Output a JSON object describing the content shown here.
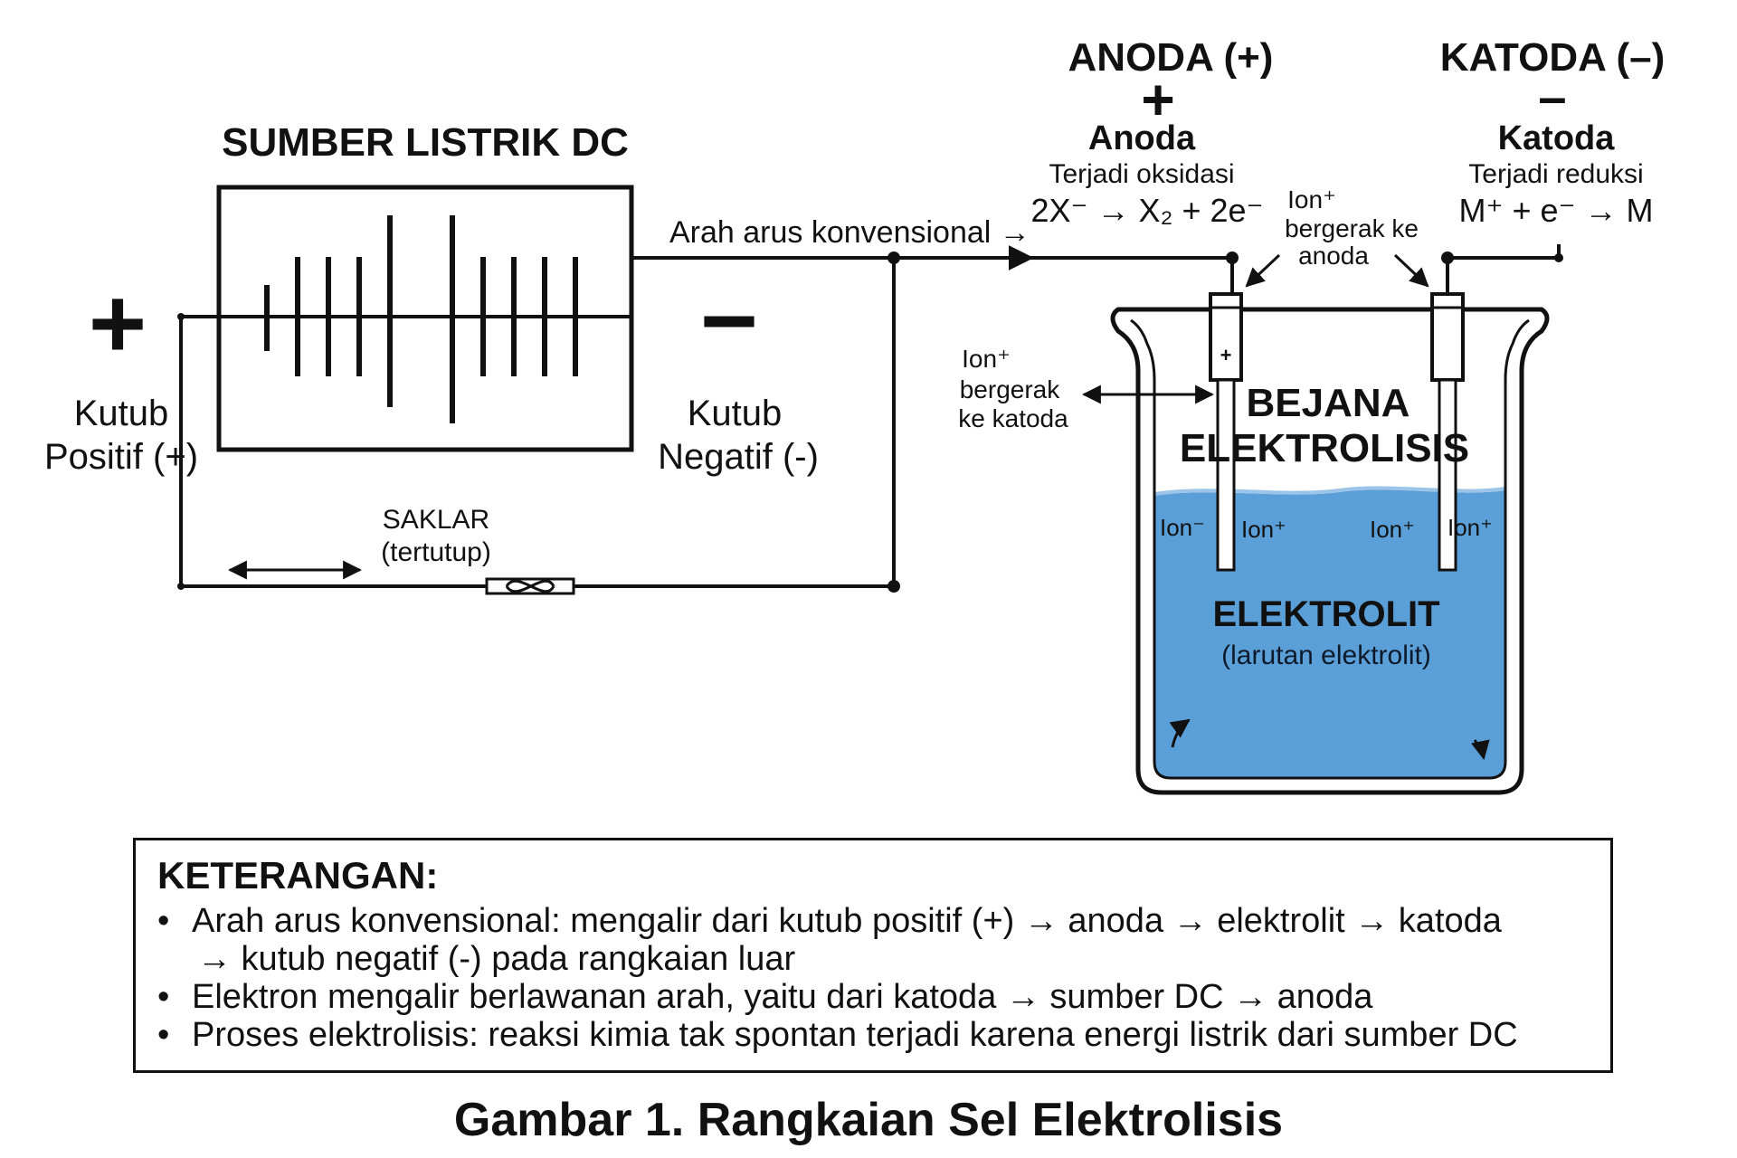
{
  "source": {
    "title": "SUMBER LISTRIK DC",
    "pos_symbol": "+",
    "neg_symbol": "−",
    "pos_label_1": "Kutub",
    "pos_label_2": "Positif (+)",
    "neg_label_1": "Kutub",
    "neg_label_2": "Negatif (-)"
  },
  "switch": {
    "label_1": "SAKLAR",
    "label_2": "(tertutup)"
  },
  "current_label": "Arah arus konvensional →",
  "anode": {
    "header": "ANODA (+)",
    "symbol": "+",
    "name": "Anoda",
    "process": "Terjadi oksidasi",
    "reaction": "2X⁻ → X₂ + 2e⁻"
  },
  "cathode": {
    "header": "KATODA (–)",
    "symbol": "–",
    "name": "Katoda",
    "process": "Terjadi reduksi",
    "reaction": "M⁺ + e⁻ → M"
  },
  "ion_to_anode": {
    "line_1": "Ion⁺",
    "line_2": "bergerak ke",
    "line_3": "anoda"
  },
  "ion_to_cathode": {
    "line_1": "Ion⁺",
    "line_2": "bergerak",
    "line_3": "ke katoda"
  },
  "vessel": {
    "label_1": "BEJANA",
    "label_2": "ELEKTROLISIS",
    "electrolyte_1": "ELEKTROLIT",
    "electrolyte_2": "(larutan elektrolit)",
    "ions": [
      "Ion⁻",
      "Ion⁺",
      "Ion⁺",
      "Ion⁺"
    ],
    "liquid_color": "#5b9fd8"
  },
  "legend": {
    "title": "KETERANGAN:",
    "item_1a": "Arah arus konvensional: mengalir dari kutub positif (+) → anoda → elektrolit → katoda",
    "item_1b": "→ kutub negatif (-) pada rangkaian luar",
    "item_2": "Elektron mengalir berlawanan arah, yaitu dari katoda → sumber DC → anoda",
    "item_3": "Proses elektrolisis: reaksi kimia tak spontan terjadi karena energi listrik dari sumber DC"
  },
  "caption": "Gambar 1. Rangkaian Sel Elektrolisis"
}
